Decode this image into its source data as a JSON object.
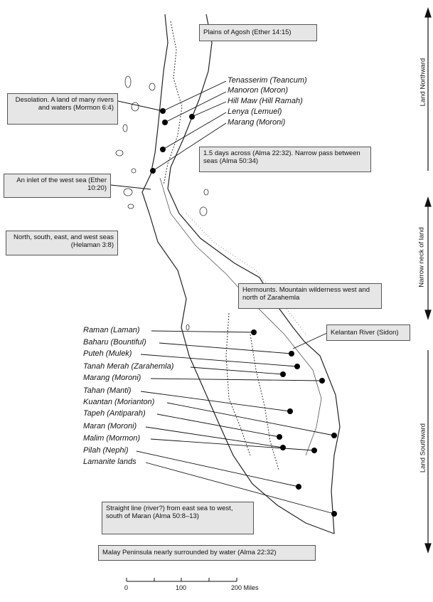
{
  "boxes": {
    "plains": "Plains of Agosh (Ether 14:15)",
    "desolation": "Desolation. A land of many rivers and waters (Mormon 6:4)",
    "across": "1.5 days across (Alma 22:32). Narrow pass between seas (Alma 50:34)",
    "inlet": "An inlet of the west sea (Ether 10:20)",
    "seas": "North, south, east, and west seas (Helaman 3:8)",
    "hermounts": "Hermounts. Mountain wilderness west and north of Zarahemla",
    "kelantan": "Kelantan River (Sidon)",
    "straight": "Straight line (river?) from east sea to west, south of Maran (Alma 50:8–13)",
    "malay": "Malay Peninsula nearly surrounded by water (Alma 22:32)"
  },
  "north_places": [
    "Tenasserim (Teancum)",
    "Manoron (Moron)",
    "Hill Maw (Hill Ramah)",
    "Lenya (Lemuel)",
    "Marang (Moroni)"
  ],
  "south_places": [
    "Raman (Laman)",
    "Baharu (Bountiful)",
    "Puteh (Mulek)",
    "Tanah Merah (Zarahemla)",
    "Marang (Moroni)",
    "Tahan (Manti)",
    "Kuantan (Morianton)",
    "Tapeh (Antiparah)",
    "Maran (Moroni)",
    "Malim (Mormon)",
    "Pilah (Nephi)",
    "Lamanite lands"
  ],
  "side_labels": {
    "north": "Land Northward",
    "neck": "Narrow neck of land",
    "south": "Land Southward"
  },
  "scale": {
    "ticks": [
      "0",
      "100",
      "200 Miles"
    ]
  }
}
